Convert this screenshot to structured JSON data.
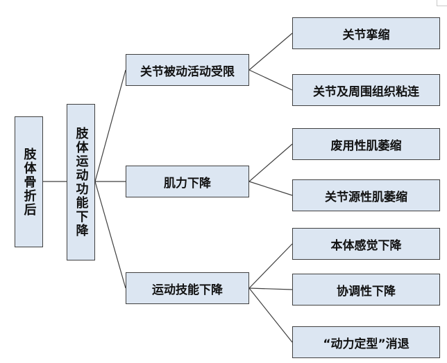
{
  "root": {
    "label": "肢体骨折后"
  },
  "mid": {
    "label": "肢体运动功能下降"
  },
  "groups": [
    {
      "label": "关节被动活动受限",
      "children": [
        "关节挛缩",
        "关节及周围组织粘连"
      ]
    },
    {
      "label": "肌力下降",
      "children": [
        "废用性肌萎缩",
        "关节源性肌萎缩"
      ]
    },
    {
      "label": "运动技能下降",
      "children": [
        "本体感觉下降",
        "协调性下降",
        "“动力定型”消退"
      ]
    }
  ],
  "colors": {
    "box_fill": "#dce6f2",
    "box_border": "#3f3f3f",
    "line": "#3f3f3f"
  }
}
